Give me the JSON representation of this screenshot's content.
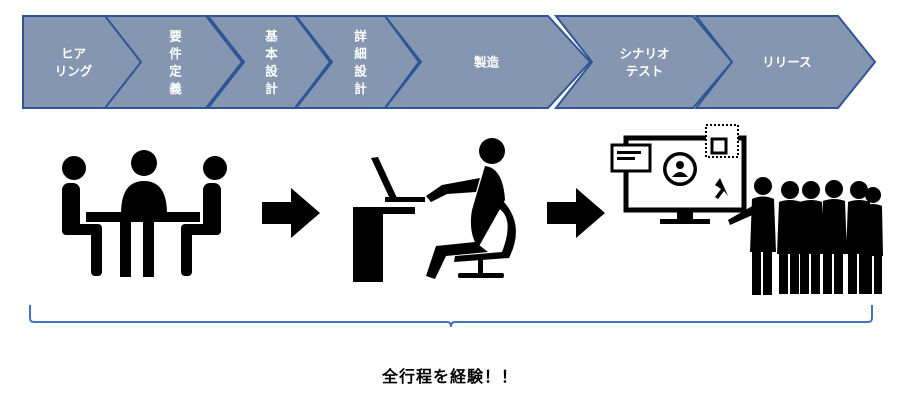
{
  "process_steps": [
    {
      "label": "ヒア\nリング"
    },
    {
      "label": "要\n件\n定\n義"
    },
    {
      "label": "基\n本\n設\n計"
    },
    {
      "label": "詳\n細\n設\n計"
    },
    {
      "label": "製造"
    },
    {
      "label": "シナリオ\nテスト"
    },
    {
      "label": "リリース"
    }
  ],
  "scenes": [
    {
      "icon": "meeting-icon"
    },
    {
      "icon": "arrow-right-icon"
    },
    {
      "icon": "developer-at-desk-icon"
    },
    {
      "icon": "arrow-right-icon"
    },
    {
      "icon": "presentation-to-group-icon"
    }
  ],
  "caption": "全行程を経験！！",
  "colors": {
    "chevron_fill": "#8496b0",
    "chevron_stroke": "#2f5597",
    "brace": "#4472c4",
    "icon": "#000000"
  }
}
